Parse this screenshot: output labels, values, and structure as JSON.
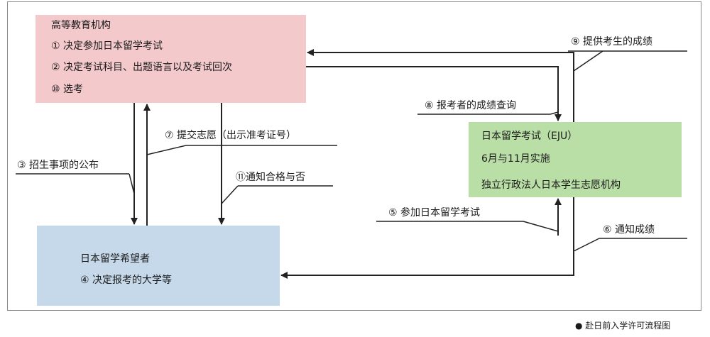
{
  "higher_ed": {
    "title": "高等教育机构",
    "step1": "① 决定参加日本留学考试",
    "step2": "② 决定考试科目、出题语言以及考试回次",
    "step10": "⑩ 选考"
  },
  "eju": {
    "title": "日本留学考试（EJU）",
    "schedule": "6月与11月实施",
    "org": "独立行政法人日本学生志愿机构"
  },
  "applicant": {
    "title": "日本留学希望者",
    "step4": "④ 决定报考的大学等"
  },
  "labels": {
    "step3": "③ 招生事项的公布",
    "step5": "⑤ 参加日本留学考试",
    "step6": "⑥ 通知成绩",
    "step7": "⑦ 提交志愿（出示准考证号）",
    "step8": "⑧ 报考者的成绩查询",
    "step9": "⑨ 提供考生的成绩",
    "step11": "⑪通知合格与否"
  },
  "caption": "● 赴日前入学许可流程图"
}
